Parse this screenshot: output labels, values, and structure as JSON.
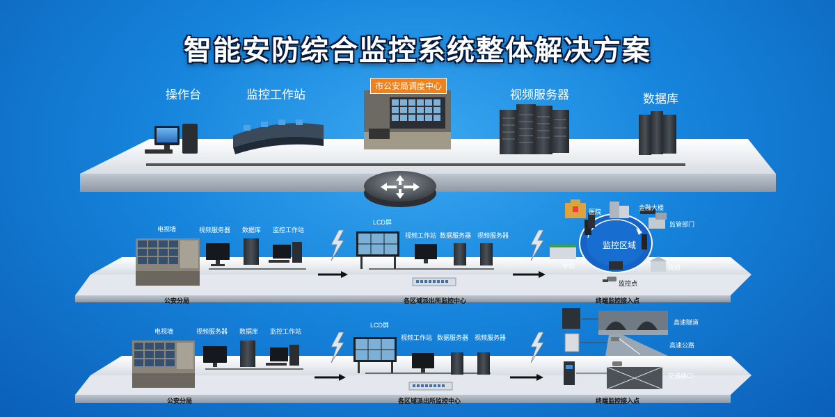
{
  "title": "智能安防综合监控系统整体解决方案",
  "top": {
    "items": [
      {
        "label": "操作台"
      },
      {
        "label": "监控工作站"
      },
      {
        "label": "市公安局调度中心"
      },
      {
        "label": "视频服务器"
      },
      {
        "label": "数据库"
      }
    ]
  },
  "tier1": {
    "left": {
      "videowall": "电视墙",
      "video_server": "视频服务器",
      "database": "数据库",
      "workstation": "监控工作站",
      "footer": "公安分局"
    },
    "mid": {
      "lcd": "LCD屏",
      "video_ws": "视频工作站",
      "data_server": "数据服务器",
      "video_server": "视频服务器",
      "footer": "各区域派出所监控中心"
    },
    "right": {
      "hospital": "医院",
      "finance": "金融大楼",
      "regulator": "监管部门",
      "zone": "监控区域",
      "school": "学校",
      "government": "政府",
      "point": "监控点",
      "footer": "终端监控接入点"
    }
  },
  "tier2": {
    "left": {
      "videowall": "电视墙",
      "video_server": "视频服务器",
      "database": "数据库",
      "workstation": "监控工作站",
      "footer": "公安分局"
    },
    "mid": {
      "lcd": "LCD屏",
      "video_ws": "视频工作站",
      "data_server": "数据服务器",
      "video_server": "视频服务器",
      "footer": "各区域派出所监控中心"
    },
    "right": {
      "tunnel": "高速隧道",
      "highway": "高速公路",
      "crossing": "交通路口",
      "footer": "终端监控接入点"
    }
  },
  "colors": {
    "bg": "#1684dc",
    "platform": "#e9edf2",
    "orange": "#f0821e"
  }
}
